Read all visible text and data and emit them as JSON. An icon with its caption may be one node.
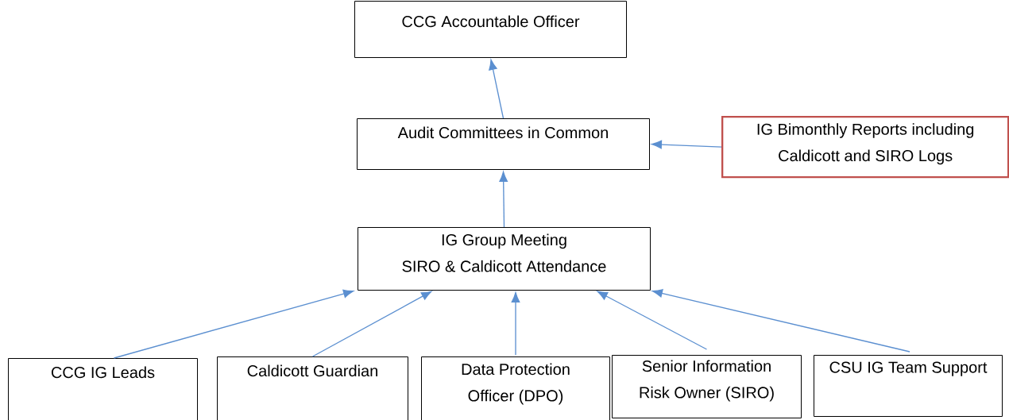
{
  "diagram": {
    "nodes": [
      {
        "text": [
          "CCG Accountable Officer"
        ]
      },
      {
        "text": [
          "Audit Committees in Common"
        ]
      },
      {
        "text": [
          "IG Bimonthly Reports including Caldicott and SIRO Logs"
        ]
      },
      {
        "text": [
          "IG Group Meeting",
          "SIRO & Caldicott Attendance"
        ]
      },
      {
        "text": [
          "CCG IG Leads"
        ]
      },
      {
        "text": [
          "Caldicott Guardian"
        ]
      },
      {
        "text": [
          "Data Protection Officer (DPO)"
        ]
      },
      {
        "text": [
          "Senior Information Risk Owner (SIRO)"
        ]
      },
      {
        "text": [
          "CSU IG Team Support"
        ]
      }
    ],
    "edges": [
      {
        "from": 1,
        "to": 0,
        "arrow": "to"
      },
      {
        "from": 2,
        "to": 1,
        "arrow": "to"
      },
      {
        "from": 3,
        "to": 1,
        "arrow": "to"
      },
      {
        "from": 4,
        "to": 3,
        "arrow": "to"
      },
      {
        "from": 5,
        "to": 3,
        "arrow": "to"
      },
      {
        "from": 6,
        "to": 3,
        "arrow": "to"
      },
      {
        "from": 7,
        "to": 3,
        "arrow": "to"
      },
      {
        "from": 8,
        "to": 3,
        "arrow": "to"
      }
    ]
  }
}
